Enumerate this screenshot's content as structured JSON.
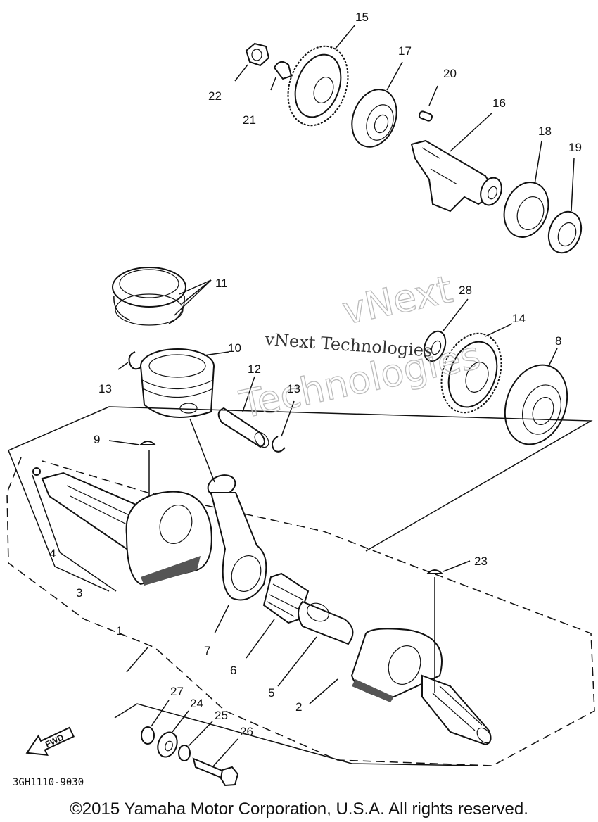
{
  "diagram": {
    "labels": {
      "l1": "1",
      "l2": "2",
      "l3": "3",
      "l4": "4",
      "l5": "5",
      "l6": "6",
      "l7": "7",
      "l8": "8",
      "l9": "9",
      "l10": "10",
      "l11": "11",
      "l12": "12",
      "l13a": "13",
      "l13b": "13",
      "l14": "14",
      "l15": "15",
      "l16": "16",
      "l17": "17",
      "l18": "18",
      "l19": "19",
      "l20": "20",
      "l21": "21",
      "l22": "22",
      "l23": "23",
      "l24": "24",
      "l25": "25",
      "l26": "26",
      "l27": "27",
      "l28": "28"
    },
    "fwd_label": "FWD",
    "part_code": "3GH1110-9030",
    "watermark": {
      "line1": "vNext Technologies",
      "line2": "vNext",
      "line3": "Technologies"
    }
  },
  "footer": {
    "copyright": "©2015 Yamaha Motor Corporation, U.S.A. All rights reserved."
  }
}
